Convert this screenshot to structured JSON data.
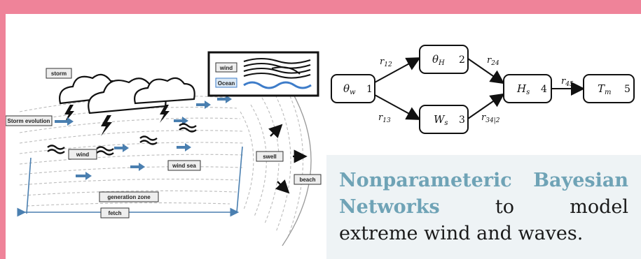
{
  "illustration": {
    "labels": {
      "storm": "storm",
      "storm_evolution": "Storm evolution",
      "wind": "wind",
      "wind_sea": "wind sea",
      "generation_zone": "generation zone",
      "fetch": "fetch",
      "swell": "swell",
      "beach": "beach"
    },
    "legend": {
      "wind": "wind",
      "ocean": "Ocean"
    }
  },
  "network": {
    "nodes": [
      {
        "id": "n1",
        "symbol": "θ",
        "sub": "w",
        "number": "1"
      },
      {
        "id": "n2",
        "symbol": "θ",
        "sub": "H",
        "number": "2"
      },
      {
        "id": "n3",
        "symbol": "W",
        "sub": "s",
        "number": "3"
      },
      {
        "id": "n4",
        "symbol": "H",
        "sub": "s",
        "number": "4"
      },
      {
        "id": "n5",
        "symbol": "T",
        "sub": "m",
        "number": "5"
      }
    ],
    "edges": [
      {
        "from": "n1",
        "to": "n2",
        "label": "r",
        "sub": "12"
      },
      {
        "from": "n1",
        "to": "n3",
        "label": "r",
        "sub": "13"
      },
      {
        "from": "n2",
        "to": "n4",
        "label": "r",
        "sub": "24"
      },
      {
        "from": "n3",
        "to": "n4",
        "label": "r",
        "sub": "34|2"
      },
      {
        "from": "n4",
        "to": "n5",
        "label": "r",
        "sub": "45"
      }
    ]
  },
  "caption": {
    "highlight_1": "Nonparameteric Bayesian",
    "highlight_2": "Networks",
    "text_1": "to model",
    "text_2": "extreme wind and waves."
  },
  "colors": {
    "frame": "#ef8399",
    "highlight": "#6fa3b6",
    "arrow_blue": "#4a7fb0",
    "ocean": "#3d7cc9"
  }
}
